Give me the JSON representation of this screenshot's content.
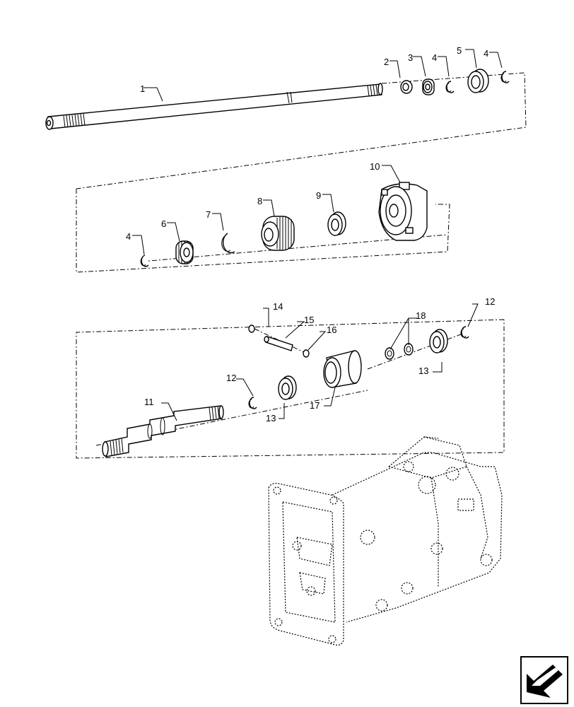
{
  "callouts": {
    "c1": "1",
    "c2": "2",
    "c3": "3",
    "c4a": "4",
    "c5": "5",
    "c4b": "4",
    "c10": "10",
    "c9": "9",
    "c8": "8",
    "c7": "7",
    "c6": "6",
    "c4c": "4",
    "c14": "14",
    "c15": "15",
    "c16": "16",
    "c18": "18",
    "c12a": "12",
    "c12b": "12",
    "c11": "11",
    "c13a": "13",
    "c13b": "13",
    "c17": "17"
  },
  "icons": {
    "nav": "next-page-arrow-icon"
  }
}
